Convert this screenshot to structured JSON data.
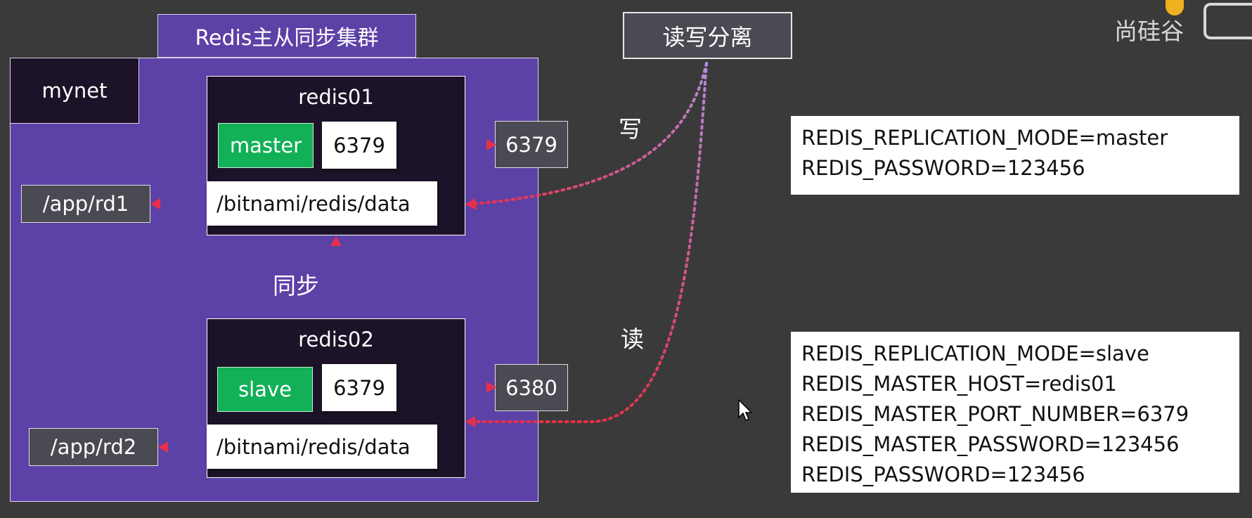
{
  "cluster_title": "Redis主从同步集群",
  "network": "mynet",
  "read_write_split": "读写分离",
  "write_label": "写",
  "read_label": "读",
  "sync_label": "同步",
  "master_node": {
    "name": "redis01",
    "role": "master",
    "container_port": "6379",
    "host_port": "6379",
    "data_path": "/bitnami/redis/data",
    "host_volume": "/app/rd1",
    "env": [
      "REDIS_REPLICATION_MODE=master",
      "REDIS_PASSWORD=123456"
    ]
  },
  "slave_node": {
    "name": "redis02",
    "role": "slave",
    "container_port": "6379",
    "host_port": "6380",
    "data_path": "/bitnami/redis/data",
    "host_volume": "/app/rd2",
    "env": [
      "REDIS_REPLICATION_MODE=slave",
      "REDIS_MASTER_HOST=redis01",
      "REDIS_MASTER_PORT_NUMBER=6379",
      "REDIS_MASTER_PASSWORD=123456",
      "REDIS_PASSWORD=123456"
    ]
  },
  "watermark": "尚硅谷",
  "colors": {
    "background": "#3a3a3a",
    "cluster": "#5c41a6",
    "node": "#1c1328",
    "role": "#12b057",
    "arrow_red": "#e8304a",
    "arrow_purple": "#b48be0"
  },
  "icons": [
    "cursor-arrow-icon",
    "bilibili-logo-icon"
  ]
}
